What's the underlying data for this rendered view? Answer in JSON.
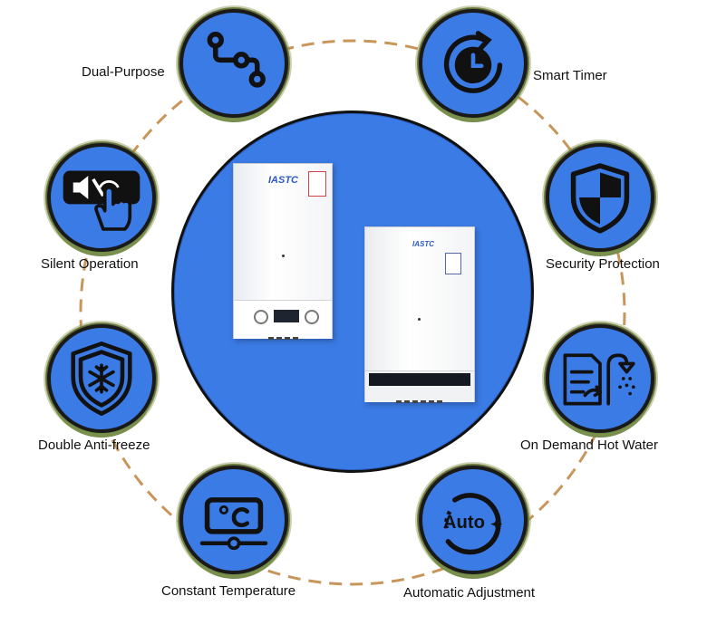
{
  "features": [
    {
      "id": "dual-purpose",
      "label": "Dual-Purpose",
      "icon": "workflow-nodes-icon"
    },
    {
      "id": "smart-timer",
      "label": "Smart Timer",
      "icon": "clock-timer-icon"
    },
    {
      "id": "silent-operation",
      "label": "Silent Operation",
      "icon": "mute-touch-icon"
    },
    {
      "id": "security-protection",
      "label": "Security Protection",
      "icon": "shield-icon"
    },
    {
      "id": "double-anti-freeze",
      "label": "Double Anti-freeze",
      "icon": "snowflake-shield-icon"
    },
    {
      "id": "on-demand-hot-water",
      "label": "On Demand Hot Water",
      "icon": "shower-document-icon"
    },
    {
      "id": "constant-temperature",
      "label": "Constant Temperature",
      "icon": "celsius-display-icon"
    },
    {
      "id": "automatic-adjustment",
      "label": "Automatic Adjustment",
      "icon": "auto-dial-icon",
      "icon_text": "Auto"
    }
  ],
  "colors": {
    "accent_blue": "#3b7be6",
    "ring_dashes": "#c8955a",
    "outline": "#1a1a1a"
  },
  "boiler_left": {
    "brand": "IASTC"
  },
  "boiler_right": {
    "brand": "IASTC"
  }
}
